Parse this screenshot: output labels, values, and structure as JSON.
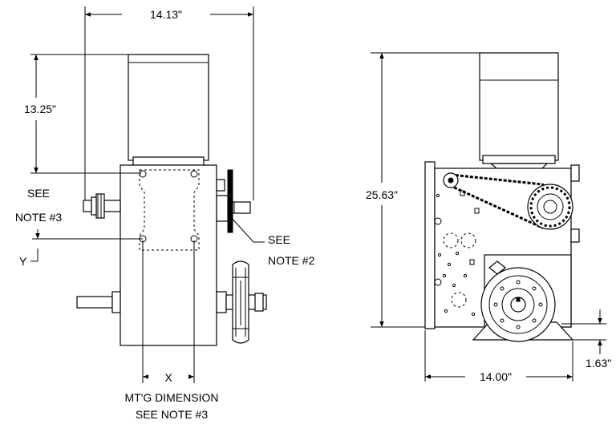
{
  "dimensions": {
    "width_top": "14.13\"",
    "height_left": "13.25\"",
    "height_right": "25.63\"",
    "width_bottom": "14.00\"",
    "offset_right": "1.63\""
  },
  "notes": {
    "see_note3_line1": "SEE",
    "see_note3_line2": "NOTE #3",
    "see_note2_line1": "SEE",
    "see_note2_line2": "NOTE #2",
    "y_label": "Y",
    "x_label": "X",
    "mtg_line1": "MT'G DIMENSION",
    "mtg_line2": "SEE NOTE #3"
  }
}
